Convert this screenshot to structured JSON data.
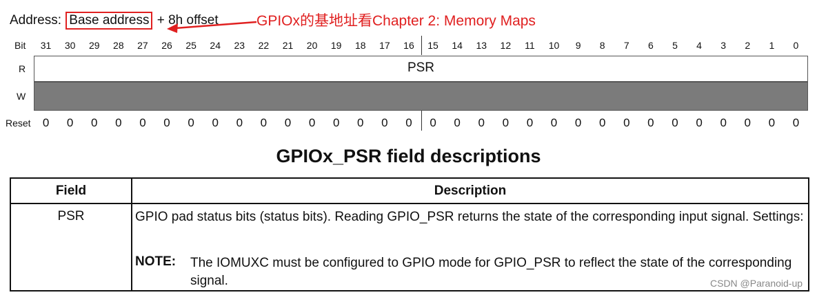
{
  "address": {
    "prefix": "Address:",
    "base": "Base address",
    "suffix": "+ 8h offset"
  },
  "annotation": "GPIOx的基地址看Chapter 2: Memory Maps",
  "register": {
    "bit_label": "Bit",
    "bits": [
      "31",
      "30",
      "29",
      "28",
      "27",
      "26",
      "25",
      "24",
      "23",
      "22",
      "21",
      "20",
      "19",
      "18",
      "17",
      "16",
      "15",
      "14",
      "13",
      "12",
      "11",
      "10",
      "9",
      "8",
      "7",
      "6",
      "5",
      "4",
      "3",
      "2",
      "1",
      "0"
    ],
    "r_label": "R",
    "w_label": "W",
    "field_name": "PSR",
    "reset_label": "Reset",
    "reset_values": [
      "0",
      "0",
      "0",
      "0",
      "0",
      "0",
      "0",
      "0",
      "0",
      "0",
      "0",
      "0",
      "0",
      "0",
      "0",
      "0",
      "0",
      "0",
      "0",
      "0",
      "0",
      "0",
      "0",
      "0",
      "0",
      "0",
      "0",
      "0",
      "0",
      "0",
      "0",
      "0"
    ]
  },
  "table_title": "GPIOx_PSR field descriptions",
  "table": {
    "header_field": "Field",
    "header_description": "Description",
    "rows": [
      {
        "field": "PSR",
        "description": "GPIO pad status bits (status bits). Reading GPIO_PSR returns the state of the corresponding input signal. Settings:",
        "note_label": "NOTE:",
        "note": "The IOMUXC must be configured to GPIO mode for GPIO_PSR to reflect the state of the corresponding signal."
      }
    ]
  },
  "watermark": "CSDN @Paranoid-up",
  "colors": {
    "annotation_red": "#e02020",
    "write_row_gray": "#7b7b7b"
  }
}
